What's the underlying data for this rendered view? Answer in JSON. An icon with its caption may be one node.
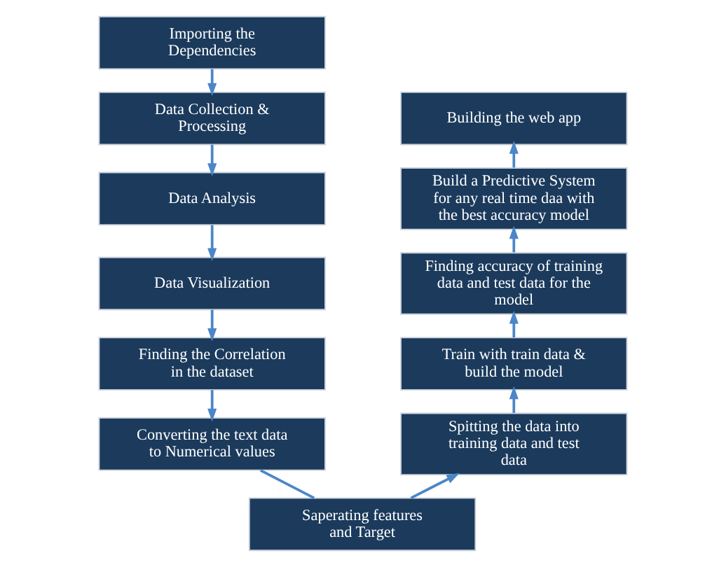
{
  "diagram": {
    "nodes": [
      {
        "text": [
          "Importing the Dependencies"
        ]
      },
      {
        "text": [
          "Data Collection & Processing"
        ]
      },
      {
        "text": [
          "Data Analysis"
        ]
      },
      {
        "text": [
          "Data Visualization"
        ]
      },
      {
        "text": [
          "Finding the Correlation in the dataset"
        ]
      },
      {
        "text": [
          "Converting the text data to Numerical values"
        ]
      },
      {
        "text": [
          "Saperating features and Target"
        ]
      },
      {
        "text": [
          "Spitting the data into training data and test data"
        ]
      },
      {
        "text": [
          "Train with train data & build the model"
        ]
      },
      {
        "text": [
          "Finding accuracy of training data and test data for the model"
        ]
      },
      {
        "text": [
          "Build a Predictive System for any real time daa with the best accuracy model"
        ]
      },
      {
        "text": [
          "Building the web app"
        ]
      }
    ],
    "edges": [
      {
        "from": 0,
        "to": 1,
        "arrow": "to"
      },
      {
        "from": 1,
        "to": 2,
        "arrow": "to"
      },
      {
        "from": 2,
        "to": 3,
        "arrow": "to"
      },
      {
        "from": 3,
        "to": 4,
        "arrow": "to"
      },
      {
        "from": 4,
        "to": 5,
        "arrow": "to"
      },
      {
        "from": 5,
        "to": 6,
        "arrow": "none"
      },
      {
        "from": 6,
        "to": 7,
        "arrow": "to"
      },
      {
        "from": 7,
        "to": 8,
        "arrow": "to"
      },
      {
        "from": 8,
        "to": 9,
        "arrow": "to"
      },
      {
        "from": 9,
        "to": 10,
        "arrow": "to"
      },
      {
        "from": 10,
        "to": 11,
        "arrow": "to"
      }
    ]
  }
}
